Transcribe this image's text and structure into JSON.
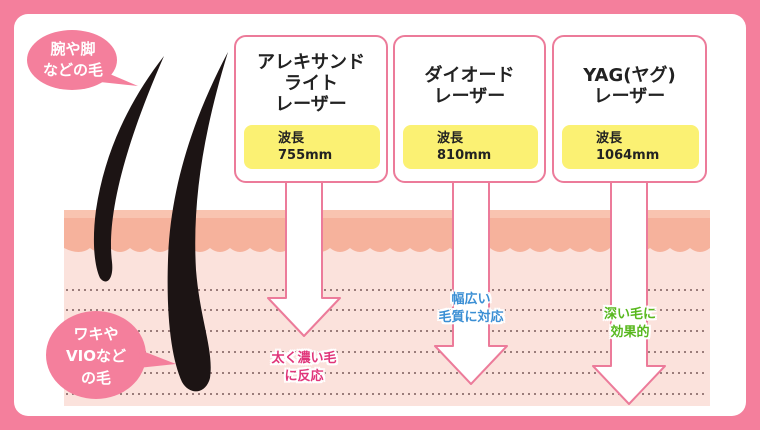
{
  "bubbles": {
    "top": [
      "腕や脚",
      "などの毛"
    ],
    "bottom": [
      "ワキや",
      "VIOなど",
      "の毛"
    ]
  },
  "lasers": [
    {
      "name": [
        "アレキサンド",
        "ライト",
        "レーザー"
      ],
      "wavelength_label": "波長",
      "wavelength": "755mm",
      "effect": [
        "太く濃い毛",
        "に反応"
      ],
      "effect_color": "#e0357a"
    },
    {
      "name": [
        "ダイオード",
        "レーザー"
      ],
      "wavelength_label": "波長",
      "wavelength": "810mm",
      "effect": [
        "幅広い",
        "毛質に対応"
      ],
      "effect_color": "#3b8fd4"
    },
    {
      "name": [
        "YAG(ヤグ)",
        "レーザー"
      ],
      "wavelength_label": "波長",
      "wavelength": "1064mm",
      "effect": [
        "深い毛に",
        "効果的"
      ],
      "effect_color": "#58b81e"
    }
  ],
  "colors": {
    "frame": "#f47f9c",
    "card_border": "#ec7b9a",
    "wavelength_box": "#fbf173",
    "skin_top": "#f6b29c",
    "skin_body": "#fbe2dc",
    "hair": "#1c1414"
  }
}
